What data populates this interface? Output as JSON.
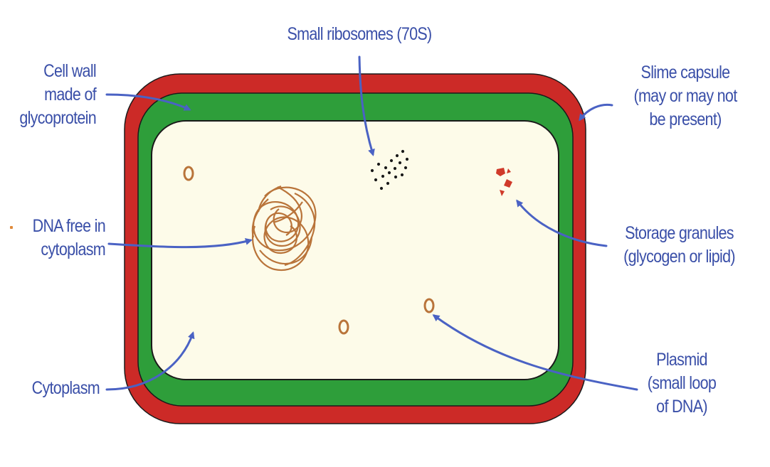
{
  "labels": {
    "ribosomes": "Small ribosomes (70S)",
    "cell_wall": [
      "Cell wall",
      "made of",
      "glycoprotein"
    ],
    "slime_capsule": [
      "Slime capsule",
      "(may or may not",
      "be present)"
    ],
    "dna": [
      "DNA free in",
      "cytoplasm"
    ],
    "storage": [
      "Storage granules",
      "(glycogen or lipid)"
    ],
    "cytoplasm": "Cytoplasm",
    "plasmid": [
      "Plasmid",
      "(small loop",
      "of DNA)"
    ]
  },
  "colors": {
    "capsule": "#cc2a27",
    "cell_wall": "#2e9e3a",
    "cytoplasm": "#fdfbe9",
    "outline": "#1a1a1a",
    "dna": "#b9743a",
    "granules": "#d03a2a",
    "ribosomes": "#1a1a1a",
    "arrows": "#4a62c4",
    "label_text": "#3a4fa8"
  }
}
